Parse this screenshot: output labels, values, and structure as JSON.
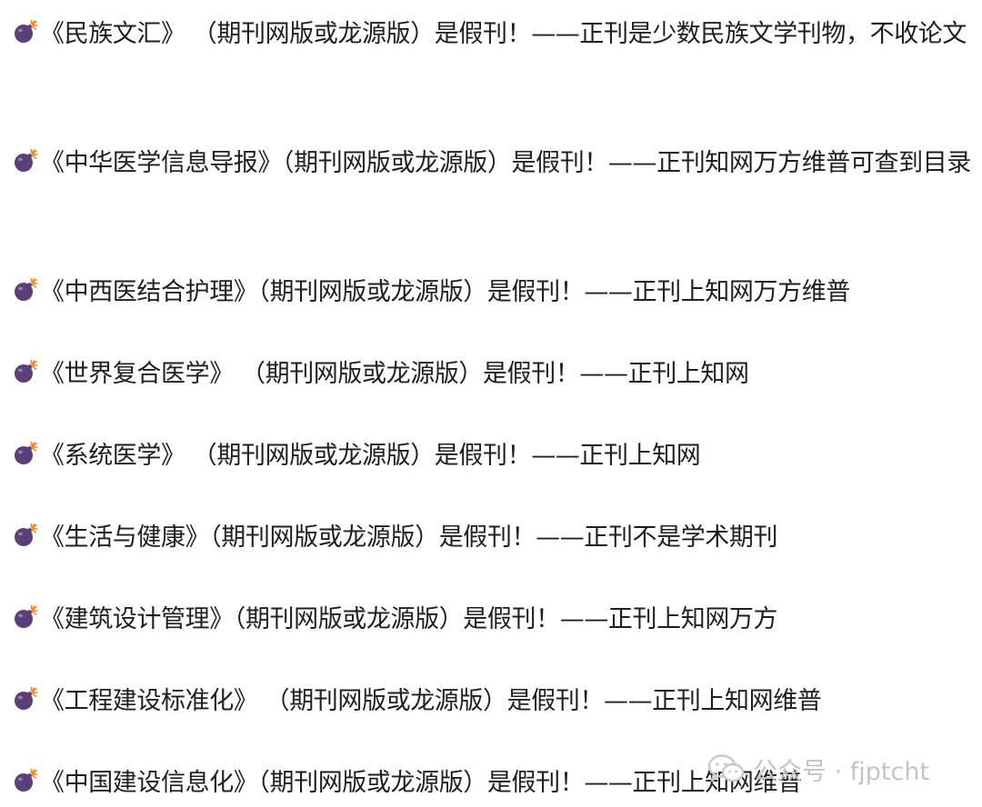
{
  "items": [
    {
      "title": "《民族文汇》",
      "status": "（期刊网版或龙源版）是假刊！",
      "note": "——正刊是少数民族文学刊物，不收论文"
    },
    {
      "title": "《中华医学信息导报》",
      "status": "（期刊网版或龙源版）是假刊！",
      "note": "——正刊知网万方维普可查到目录"
    },
    {
      "title": "《中西医结合护理》",
      "status": "（期刊网版或龙源版）是假刊！",
      "note": "——正刊上知网万方维普"
    },
    {
      "title": "《世界复合医学》",
      "status": "（期刊网版或龙源版）是假刊！",
      "note": "——正刊上知网"
    },
    {
      "title": "《系统医学》",
      "status": "（期刊网版或龙源版）是假刊！",
      "note": "——正刊上知网"
    },
    {
      "title": "《生活与健康》",
      "status": "（期刊网版或龙源版）是假刊！",
      "note": "——正刊不是学术期刊"
    },
    {
      "title": "《建筑设计管理》",
      "status": "（期刊网版或龙源版）是假刊！",
      "note": "——正刊上知网万方"
    },
    {
      "title": "《工程建设标准化》",
      "status": "（期刊网版或龙源版）是假刊！",
      "note": "——正刊上知网维普"
    },
    {
      "title": "《中国建设信息化》",
      "status": "（期刊网版或龙源版）是假刊！",
      "note": "——正刊上知网维普"
    }
  ],
  "bullet_icon": "bomb-icon",
  "bullet_color": "#5b3f78",
  "fuse_color": "#f08a28",
  "watermark": {
    "prefix": "公众号 · ",
    "account": "fjptcht",
    "icon": "wechat-icon"
  }
}
